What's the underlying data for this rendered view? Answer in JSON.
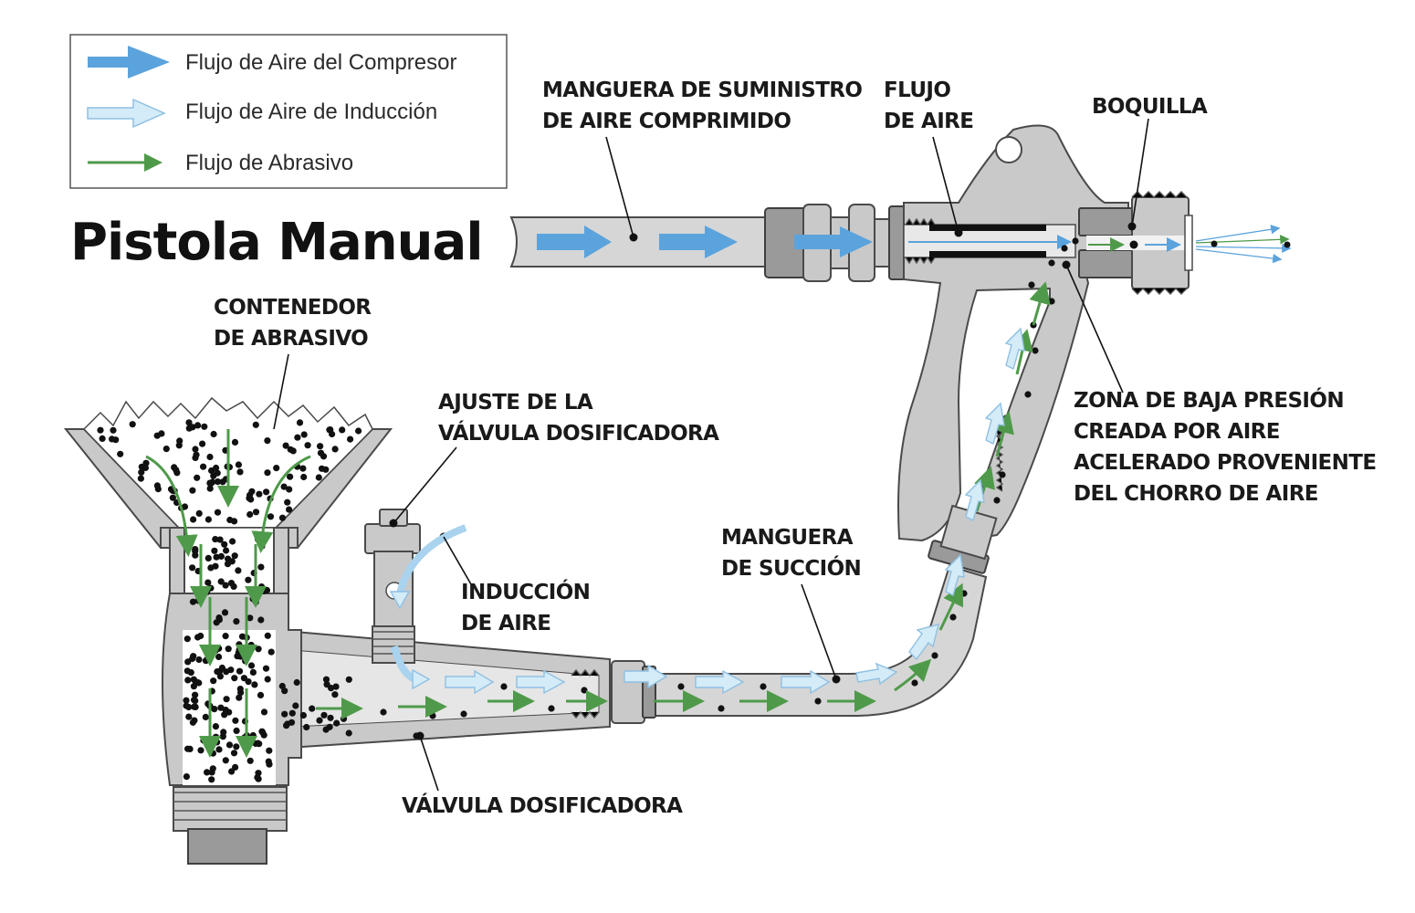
{
  "title": "Pistola Manual",
  "legend": {
    "items": [
      {
        "label": "Flujo de Aire del Compresor",
        "icon": "compressor-air-arrow",
        "color": "#5ba3dc"
      },
      {
        "label": "Flujo de Aire de Inducción",
        "icon": "induction-air-arrow",
        "color": "#d4ebf8"
      },
      {
        "label": "Flujo de Abrasivo",
        "icon": "abrasive-flow-arrow",
        "color": "#4f9a4a"
      }
    ]
  },
  "callouts": {
    "supply_hose": [
      "MANGUERA DE SUMINISTRO",
      "DE AIRE COMPRIMIDO"
    ],
    "air_flow": [
      "FLUJO",
      "DE AIRE"
    ],
    "nozzle": [
      "BOQUILLA"
    ],
    "container": [
      "CONTENEDOR",
      "DE ABRASIVO"
    ],
    "valve_adjust": [
      "AJUSTE DE LA",
      "VÁLVULA DOSIFICADORA"
    ],
    "air_induction": [
      "INDUCCIÓN",
      "DE AIRE"
    ],
    "suction_hose": [
      "MANGUERA",
      "DE SUCCIÓN"
    ],
    "low_pressure": [
      "ZONA DE BAJA PRESIÓN",
      "CREADA POR AIRE",
      "ACELERADO PROVENIENTE",
      "DEL CHORRO DE AIRE"
    ],
    "metering_valve": [
      "VÁLVULA DOSIFICADORA"
    ]
  },
  "colors": {
    "compressor_air": "#5ba3dc",
    "induction_air": "#d4ebf8",
    "abrasive": "#4f9a4a",
    "metal": "#c9c9c9",
    "outline": "#4a4a4a"
  }
}
